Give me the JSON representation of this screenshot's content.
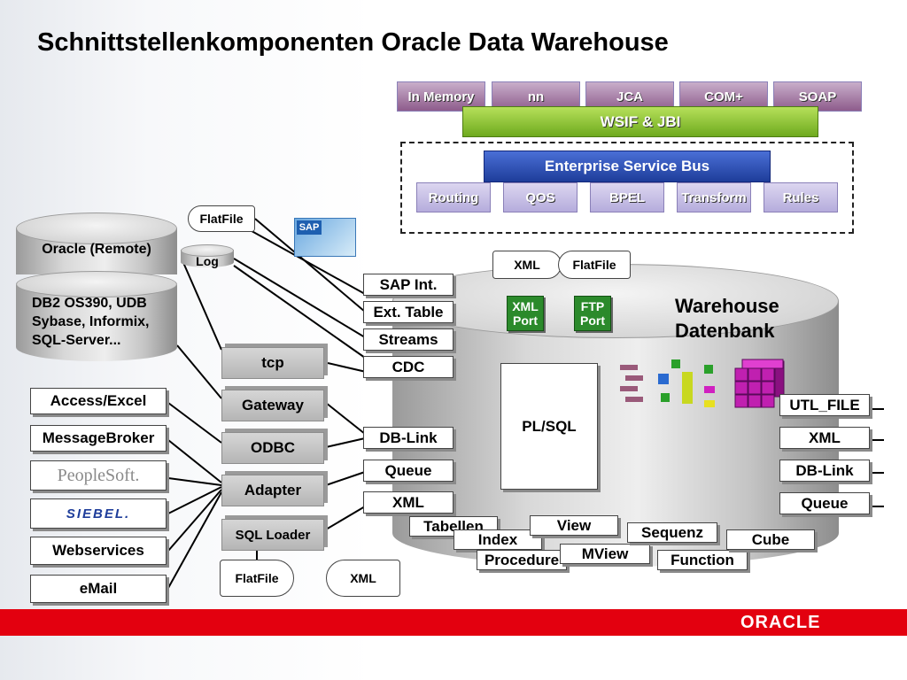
{
  "title": "Schnittstellenkomponenten Oracle Data Warehouse",
  "top_buttons": [
    "In Memory",
    "nn",
    "JCA",
    "COM+",
    "SOAP"
  ],
  "wsif_label": "WSIF & JBI",
  "esb": {
    "label": "Enterprise Service Bus",
    "buttons": [
      "Routing",
      "QOS",
      "BPEL",
      "Transform",
      "Rules"
    ]
  },
  "sources": {
    "oracle_remote": "Oracle (Remote)",
    "db2_lines": [
      "DB2 OS390, UDB",
      "Sybase, Informix,",
      "SQL-Server..."
    ],
    "log": "Log",
    "flatfile_top": "FlatFile",
    "sap_logo": "SAP",
    "left_items": [
      "Access/Excel",
      "MessageBroker",
      "PeopleSoft.",
      "SIEBEL.",
      "Webservices",
      "eMail"
    ]
  },
  "middle_gray": [
    "tcp",
    "Gateway",
    "ODBC",
    "Adapter",
    "SQL Loader"
  ],
  "bottom_files": [
    "FlatFile",
    "XML"
  ],
  "inputs": [
    "SAP Int.",
    "Ext. Table",
    "Streams",
    "CDC",
    "DB-Link",
    "Queue",
    "XML"
  ],
  "warehouse": {
    "label_line1": "Warehouse",
    "label_line2": "Datenbank",
    "top_files": [
      "XML",
      "FlatFile"
    ],
    "ports": [
      [
        "XML",
        "Port"
      ],
      [
        "FTP",
        "Port"
      ]
    ],
    "plsql": "PL/SQL",
    "objects": [
      "Tabellen",
      "Index",
      "View",
      "Procedure",
      "MView",
      "Sequenz",
      "Function",
      "Cube"
    ]
  },
  "outputs": [
    "UTL_FILE",
    "XML",
    "DB-Link",
    "Queue"
  ],
  "brand": "ORACLE",
  "colors": {
    "oracle_red": "#e3000f",
    "esb_blue": "#1e3d9a",
    "wsif_green": "#6eaa1e",
    "port_green": "#2b8a2b"
  }
}
